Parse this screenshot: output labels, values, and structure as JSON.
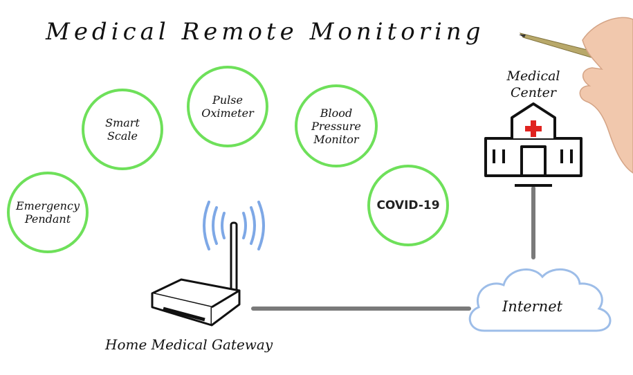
{
  "title": "Medical Remote Monitoring",
  "devices": [
    {
      "id": "emergency-pendant",
      "label": "Emergency\nPendant"
    },
    {
      "id": "smart-scale",
      "label": "Smart\nScale"
    },
    {
      "id": "pulse-oximeter",
      "label": "Pulse\nOximeter"
    },
    {
      "id": "blood-pressure-monitor",
      "label": "Blood\nPressure\nMonitor"
    },
    {
      "id": "covid-19",
      "label": "COVID-19"
    }
  ],
  "gateway": {
    "label": "Home Medical Gateway",
    "icon": "wifi-router-icon"
  },
  "internet": {
    "label": "Internet",
    "icon": "cloud-icon"
  },
  "medical_center": {
    "label": "Medical\nCenter",
    "icon": "hospital-icon"
  },
  "colors": {
    "circle": "#6ee05a",
    "wifi": "#7ea8e6",
    "cloud": "#9dbde8",
    "connector": "#7a7a7a",
    "cross": "#e0231f"
  }
}
